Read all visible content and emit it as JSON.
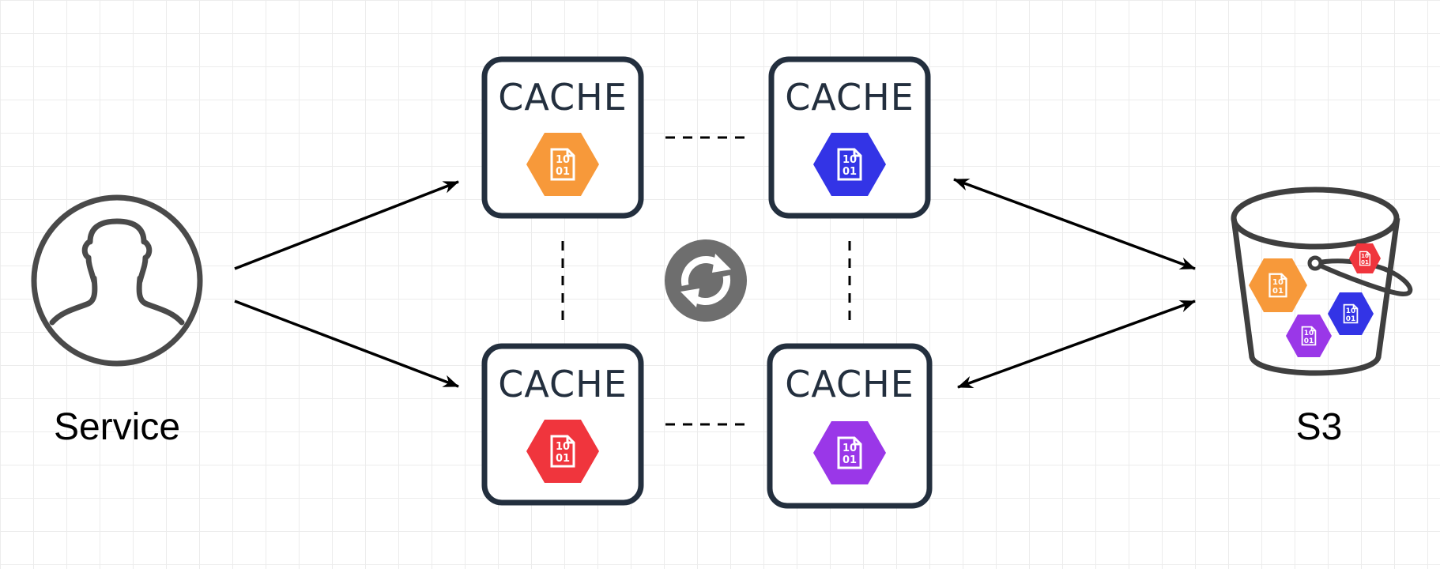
{
  "diagram": {
    "service": {
      "label": "Service",
      "icon": "user-icon"
    },
    "storage": {
      "label": "S3",
      "icon": "bucket-icon"
    },
    "sync_icon": "sync-icon",
    "colors": {
      "stroke": "#232f3e",
      "orange": "#f7993a",
      "blue": "#3334e6",
      "red": "#f0353d",
      "purple": "#9a37e8",
      "sync": "#6e6e6e",
      "person": "#4a4a4a"
    },
    "caches": [
      {
        "id": "cache-top-left",
        "label": "CACHE",
        "badge_color": "orange",
        "badge_text_top": "10",
        "badge_text_bottom": "01"
      },
      {
        "id": "cache-top-right",
        "label": "CACHE",
        "badge_color": "blue",
        "badge_text_top": "10",
        "badge_text_bottom": "01"
      },
      {
        "id": "cache-bottom-left",
        "label": "CACHE",
        "badge_color": "red",
        "badge_text_top": "10",
        "badge_text_bottom": "01"
      },
      {
        "id": "cache-bottom-right",
        "label": "CACHE",
        "badge_color": "purple",
        "badge_text_top": "10",
        "badge_text_bottom": "01"
      }
    ],
    "edges": [
      {
        "from": "service",
        "to": "cache-top-left",
        "style": "arrow"
      },
      {
        "from": "service",
        "to": "cache-bottom-left",
        "style": "arrow"
      },
      {
        "from": "cache-top-right",
        "to": "s3",
        "style": "bidirectional"
      },
      {
        "from": "cache-bottom-right",
        "to": "s3",
        "style": "bidirectional"
      },
      {
        "from": "cache-top-left",
        "to": "cache-top-right",
        "style": "dashed"
      },
      {
        "from": "cache-bottom-left",
        "to": "cache-bottom-right",
        "style": "dashed"
      },
      {
        "from": "cache-top-left",
        "to": "cache-bottom-left",
        "style": "dashed"
      },
      {
        "from": "cache-top-right",
        "to": "cache-bottom-right",
        "style": "dashed"
      }
    ]
  }
}
